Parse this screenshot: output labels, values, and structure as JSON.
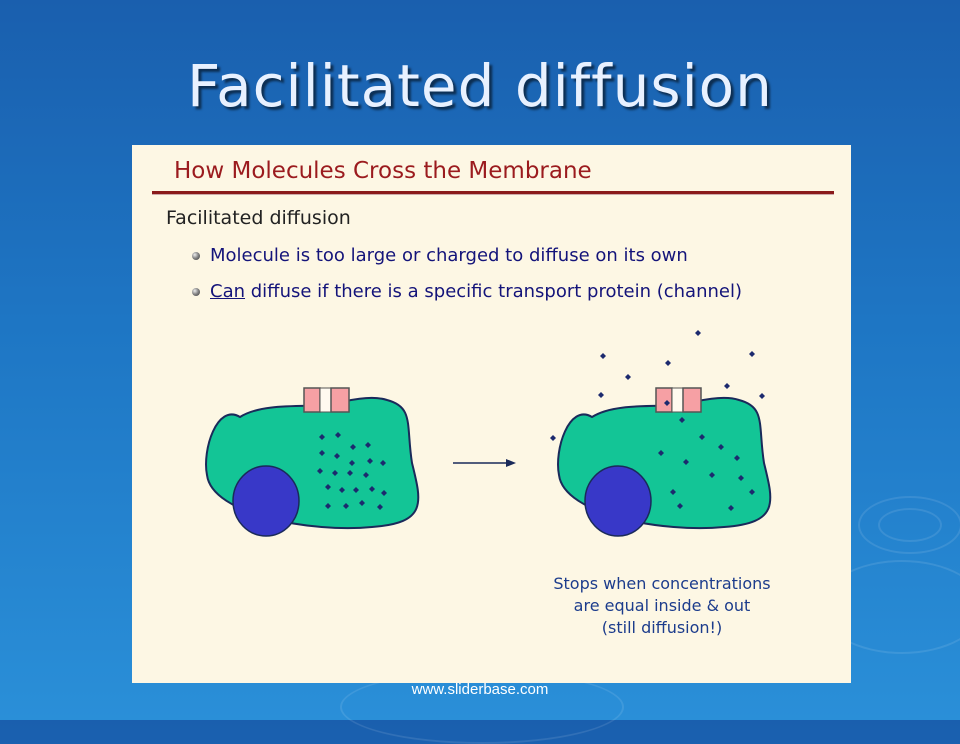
{
  "slide": {
    "title": "Facilitated diffusion",
    "footer_url": "www.sliderbase.com"
  },
  "panel": {
    "heading": "How Molecules Cross the Membrane",
    "subheading": "Facilitated diffusion",
    "bullets": [
      {
        "text": "Molecule is too large or charged to diffuse on its own"
      },
      {
        "lead": "Can",
        "text": " diffuse if there is a specific transport protein (channel)"
      }
    ],
    "caption_lines": [
      "Stops when concentrations",
      "are equal inside & out",
      "(still diffusion!)"
    ]
  },
  "colors": {
    "cell_fill": "#13c596",
    "cell_outline": "#1a2a5a",
    "nucleus": "#3838c8",
    "channel": "#f6a0a4",
    "molecule": "#1c2a6e",
    "heading": "#9b1b1e",
    "bullet_text": "#14147a",
    "caption_text": "#1c3c8c"
  }
}
